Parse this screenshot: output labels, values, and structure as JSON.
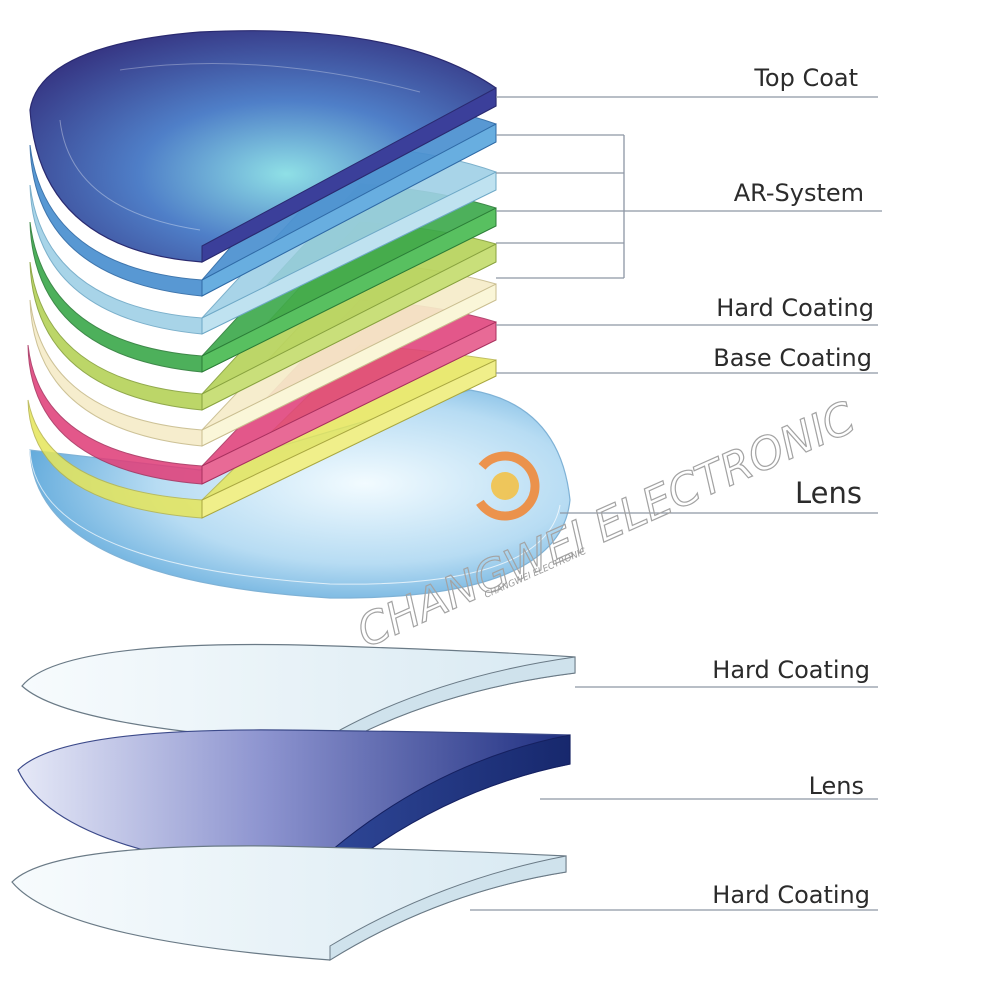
{
  "diagram": {
    "stack_labels": {
      "top_coat": "Top Coat",
      "ar_system": "AR-System",
      "hard_coating": "Hard Coating",
      "base_coating": "Base Coating",
      "lens": "Lens"
    },
    "cross_section_labels": {
      "hard_coating_top": "Hard Coating",
      "lens": "Lens",
      "hard_coating_bottom": "Hard Coating"
    },
    "watermark": {
      "main": "CHANGWEI ELECTRONIC",
      "sub": "CHANGWEI ELECTRONIC"
    },
    "layer_colors": {
      "top_coat": "#3b3f9a",
      "ar_1": "#4a90d0",
      "ar_2": "#9fd0e8",
      "ar_3": "#3aa84a",
      "ar_4": "#b8d860",
      "hard_coating": "#f6f0c0",
      "base_coating_1": "#e0407a",
      "base_coating_2": "#e8e860",
      "lens": "#a9d3ef",
      "cs_lens": "#2a3f8f",
      "cs_coating": "#e6f1f7"
    }
  }
}
